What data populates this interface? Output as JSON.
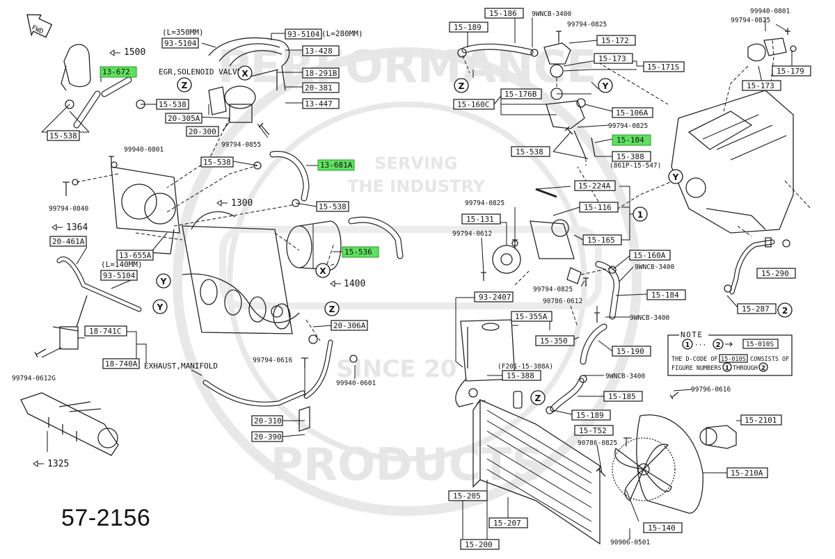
{
  "catalog_number": "57-2156",
  "watermark": {
    "top_text": "PERFORMANCE",
    "bottom_text": "PRODUCTS",
    "center_line1": "SERVING",
    "center_line2": "THE INDUSTRY",
    "since": "SINCE 20"
  },
  "left": {
    "fwd": "FWD",
    "lengths": {
      "l350": "(L=350MM)",
      "l280": "(L=280MM)",
      "l140": "(L=140MM)"
    },
    "egr_label": "EGR,SOLENOID VALVE",
    "exhaust_label": "EXHAUST,MANIFOLD",
    "refs": {
      "r1500": "1500",
      "r1300": "1300",
      "r1364": "1364",
      "r1400": "1400",
      "r1325": "1325"
    },
    "parts": {
      "p93_5104a": "93-5104",
      "p93_5104b": "93-5104",
      "p13_428": "13-428",
      "p18_291B": "18-291B",
      "p20_381": "20-381",
      "p13_447": "13-447",
      "p15_538a": "15-538",
      "p20_305A": "20-305A",
      "p20_300": "20-300",
      "p15_538b": "15-538",
      "p15_538c": "15-538",
      "p15_538d": "15-538",
      "p13_655A": "13-655A",
      "p20_461A": "20-461A",
      "p93_5104c": "93-5104",
      "p18_741C": "18-741C",
      "p18_740A": "18-740A",
      "p20_306A": "20-306A",
      "p20_310": "20-310",
      "p20_390": "20-390"
    },
    "highlighted": {
      "p13_672": "13-672",
      "p13_681A": "13-681A",
      "p15_536": "15-536"
    },
    "bolts": {
      "b99794_0855": "99794-0855",
      "b99940_0801": "99940-0801",
      "b99794_0840": "99794-0840",
      "b99794_0612G": "99794-0612G",
      "b99794_0616": "99794-0616",
      "b99940_0601": "99940-0601"
    }
  },
  "right": {
    "parts": {
      "p15_186": "15-186",
      "p15_189a": "15-189",
      "p15_172": "15-172",
      "p15_173a": "15-173",
      "p15_171S": "15-171S",
      "p15_176B": "15-176B",
      "p15_160C": "15-160C",
      "p15_106A": "15-106A",
      "p15_538": "15-538",
      "p15_388a": "15-388",
      "p15_224A": "15-224A",
      "p15_116": "15-116",
      "p15_131": "15-131",
      "p15_165": "15-165",
      "p15_160A": "15-160A",
      "p15_184": "15-184",
      "p93_2407": "93-2407",
      "p15_355A": "15-355A",
      "p15_350": "15-350",
      "p15_190": "15-190",
      "p15_388b": "15-388",
      "p15_185": "15-185",
      "p15_189b": "15-189",
      "p15_T52": "15-T52",
      "p15_2101": "15-2101",
      "p15_210A": "15-210A",
      "p15_205": "15-205",
      "p15_207": "15-207",
      "p15_200": "15-200",
      "p15_140": "15-140",
      "p15_179": "15-179",
      "p15_173b": "15-173",
      "p15_290": "15-290",
      "p15_287": "15-287"
    },
    "highlighted": {
      "p15_104": "15-104"
    },
    "bolts": {
      "b9WNCB_3400a": "9WNCB-3400",
      "b99794_0825a": "99794-0825",
      "b99794_0825b": "99794-0825",
      "b99794_0825c": "99794-0825",
      "b99794_0612": "99794-0612",
      "b9WNCB_3400b": "9WNCB-3400",
      "b99794_0825d": "99794-0825",
      "b90786_0612": "90786-0612",
      "b9WNCB_3400c": "9WNCB-3400",
      "b9WNCB_3400d": "9WNCB-3400",
      "b99796_0616": "99796-0616",
      "b90786_0825": "90786-0825",
      "b90906_0501": "90906-0501",
      "b99940_0801": "99940-0801",
      "b99794_0825e": "99794-0825"
    },
    "subrefs": {
      "s861P": "(861P-15-547)",
      "sF201": "(F201-15-388A)"
    },
    "note": {
      "title": "NOTE",
      "code": "15-010S",
      "line1": "THE D-CODE OF",
      "line1b": "CONSISTS OF",
      "line2": "FIGURE NUMBERS",
      "line2b": "THROUGH",
      "dots": "···"
    }
  },
  "callouts": {
    "X": "X",
    "Y": "Y",
    "Z": "Z",
    "one": "1",
    "two": "2"
  },
  "colors": {
    "highlight": "#5fe05f",
    "ink": "#111111",
    "watermark": "#e6e6e6"
  }
}
